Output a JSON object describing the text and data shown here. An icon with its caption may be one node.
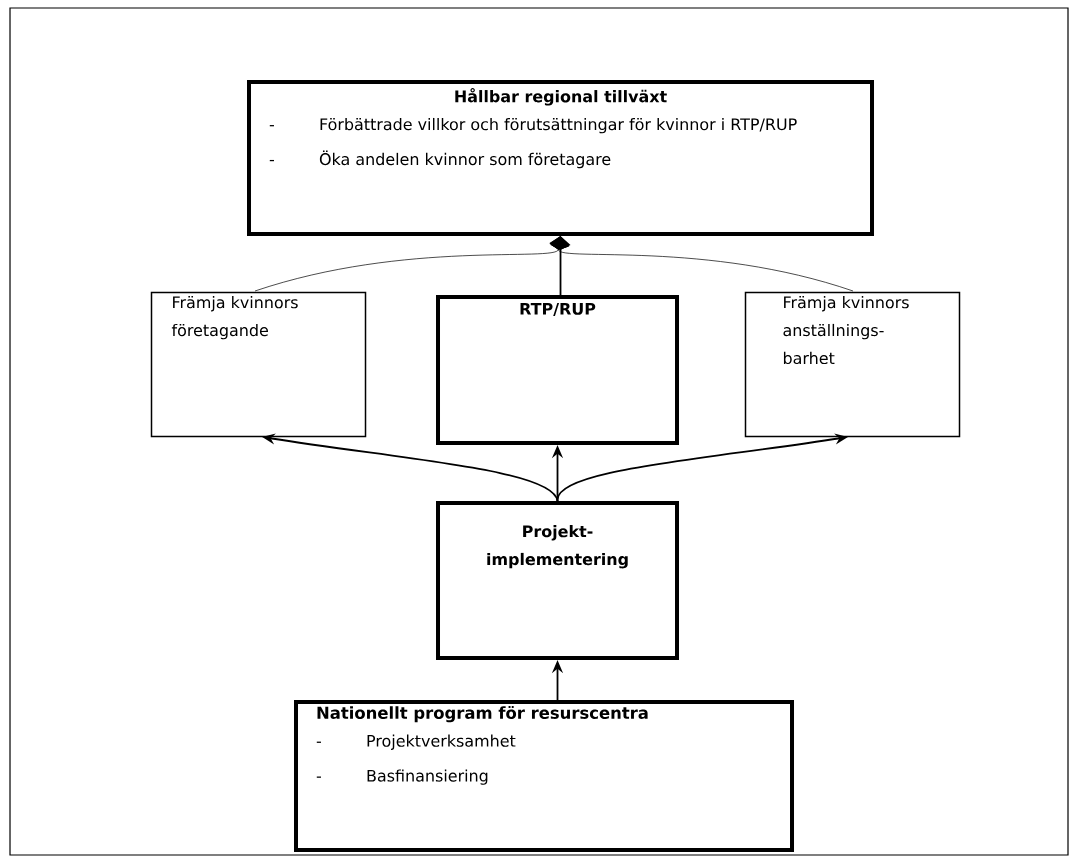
{
  "diagram": {
    "nodes": [
      {
        "text": [
          "Hållbar regional tillväxt",
          "Förbättrade villkor och förutsättningar för kvinnor i RTP/RUP",
          "Öka andelen kvinnor som företagare"
        ]
      },
      {
        "text": [
          "Främja kvinnors företagande"
        ]
      },
      {
        "text": [
          "RTP/RUP"
        ]
      },
      {
        "text": [
          "Främja kvinnors anställnings-barhet"
        ]
      },
      {
        "text": [
          "Projekt-implementering"
        ]
      },
      {
        "text": [
          "Nationellt program för resurscentra",
          "Projektverksamhet",
          "Basfinansiering"
        ]
      }
    ],
    "edges": [
      {
        "from": 1,
        "to": 0,
        "arrow": "to"
      },
      {
        "from": 2,
        "to": 0,
        "arrow": "to"
      },
      {
        "from": 3,
        "to": 0,
        "arrow": "to"
      },
      {
        "from": 4,
        "to": 1,
        "arrow": "to"
      },
      {
        "from": 4,
        "to": 2,
        "arrow": "to"
      },
      {
        "from": 4,
        "to": 3,
        "arrow": "to"
      },
      {
        "from": 5,
        "to": 4,
        "arrow": "to"
      }
    ],
    "labels": [
      "-",
      "-",
      "-",
      "-"
    ]
  }
}
